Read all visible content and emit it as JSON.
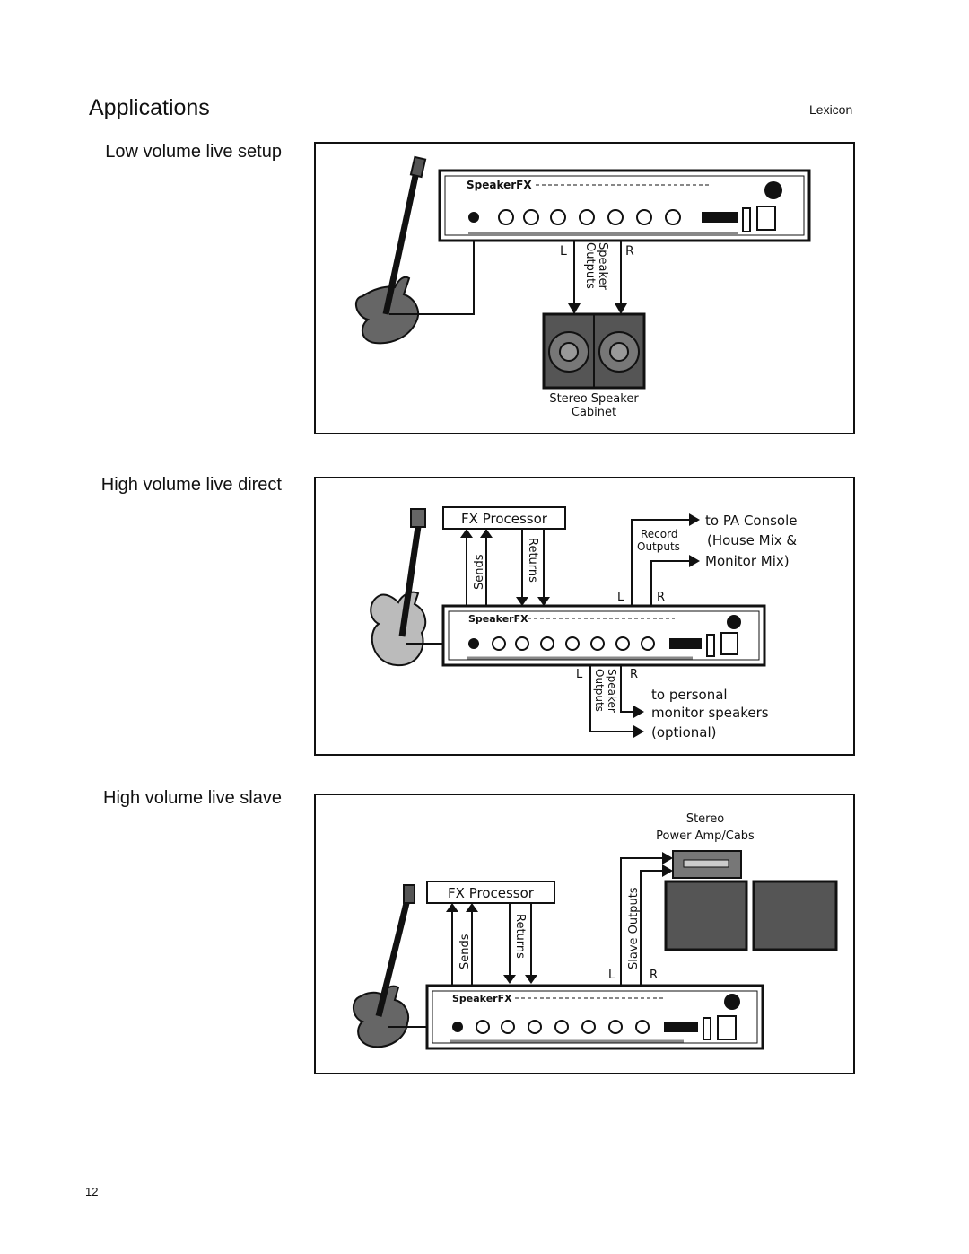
{
  "header": {
    "title": "Applications",
    "brand": "Lexicon"
  },
  "sections": [
    {
      "caption": "Low volume live setup",
      "labels": {
        "left": "L",
        "right": "R",
        "outputs_line1": "Speaker",
        "outputs_line2": "Outputs",
        "cabinet_line1": "Stereo Speaker",
        "cabinet_line2": "Cabinet"
      }
    },
    {
      "caption": "High volume live direct",
      "labels": {
        "fx": "FX Processor",
        "sends": "Sends",
        "returns": "Returns",
        "record_line1": "Record",
        "record_line2": "Outputs",
        "pa_line1": "to PA Console",
        "pa_line2": "(House Mix &",
        "pa_line3": "Monitor Mix)",
        "left_top": "L",
        "right_top": "R",
        "left_bottom": "L",
        "right_bottom": "R",
        "outputs_line1": "Speaker",
        "outputs_line2": "Outputs",
        "mon_line1": "to personal",
        "mon_line2": "monitor speakers",
        "mon_line3": "(optional)"
      }
    },
    {
      "caption": "High volume live slave",
      "labels": {
        "amp_line1": "Stereo",
        "amp_line2": "Power Amp/Cabs",
        "fx": "FX Processor",
        "sends": "Sends",
        "returns": "Returns",
        "slave": "Slave Outputs",
        "left": "L",
        "right": "R"
      }
    }
  ],
  "footer": {
    "page_number": "12"
  }
}
